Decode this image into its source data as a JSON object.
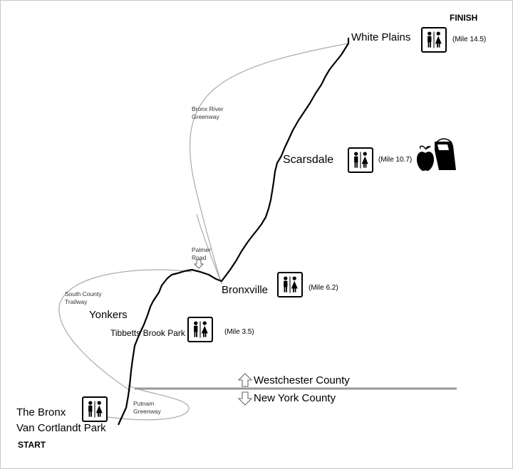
{
  "colors": {
    "route": "#000000",
    "greenway": "#aaaaaa",
    "county_line": "#999999"
  },
  "labels": {
    "start": "START",
    "finish": "FINISH",
    "bronx": "The Bronx",
    "van_cortlandt": "Van Cortlandt Park",
    "yonkers": "Yonkers",
    "tibbetts": "Tibbetts Brook Park",
    "tibbetts_mile": "(Mile 3.5)",
    "bronxville": "Bronxville",
    "bronxville_mile": "(Mile 6.2)",
    "scarsdale": "Scarsdale",
    "scarsdale_mile": "(Mile 10.7)",
    "white_plains": "White Plains",
    "white_plains_mile": "(Mile 14.5)",
    "south_county_trailway": "South County Trailway",
    "putnam_greenway": "Putnam Greenway",
    "bronx_river_greenway": "Bronx River Greenway",
    "palmer_road": "Palmer Road",
    "westchester_county": "Westchester County",
    "new_york_county": "New York County"
  },
  "icons": {
    "restroom": "restroom-icon",
    "apple": "apple-icon",
    "bag": "grocery-bag-icon",
    "arrow_up": "arrow-up-icon",
    "arrow_down": "arrow-down-icon"
  }
}
